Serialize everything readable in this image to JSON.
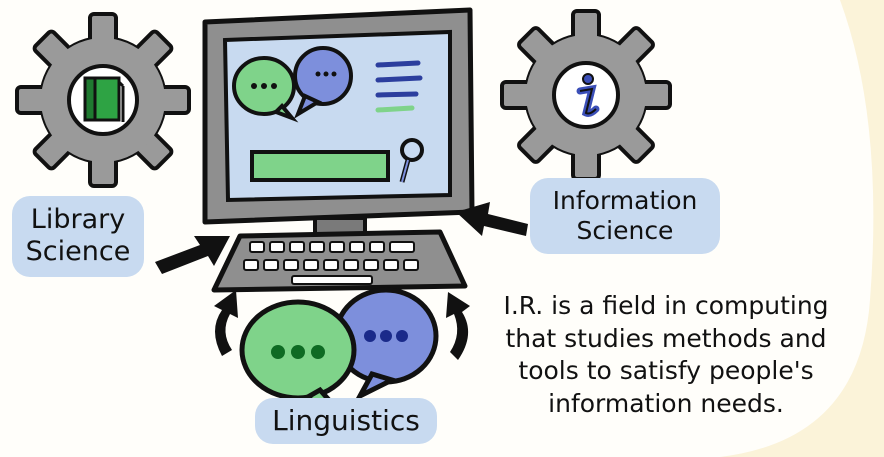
{
  "labels": {
    "library_line1": "Library",
    "library_line2": "Science",
    "info_line1": "Information",
    "info_line2": "Science",
    "linguistics": "Linguistics"
  },
  "description": {
    "line1": "I.R. is a field in computing",
    "line2": "that studies methods and",
    "line3": "tools to satisfy people's",
    "line4": "information needs."
  },
  "icons": [
    "book-icon",
    "info-icon",
    "computer-icon",
    "keyboard-icon",
    "speech-bubble-icon",
    "magnifier-icon",
    "arrow-icon"
  ],
  "colors": {
    "background": "#fbf3d9",
    "pill": "#c8daf0",
    "gear": "#9a9a9a",
    "screen": "#c8daf0",
    "green": "#7fd38a",
    "blue": "#7d8fdc",
    "book": "#2ea344"
  }
}
